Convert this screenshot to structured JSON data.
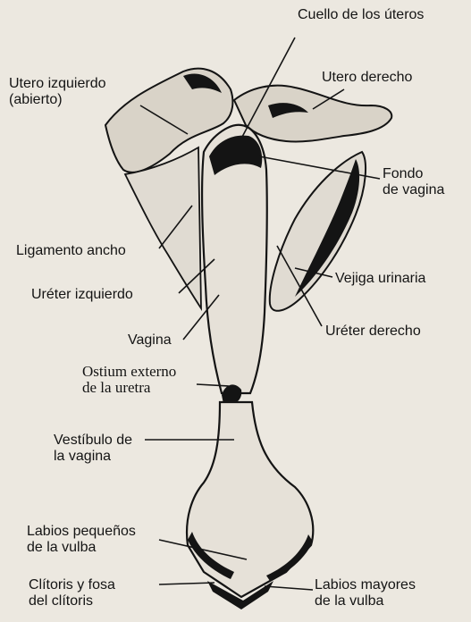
{
  "colors": {
    "background": "#ece8e0",
    "ink": "#141414"
  },
  "labels": {
    "cuello": "Cuello de los úteros",
    "utero_izq_1": "Utero izquierdo",
    "utero_izq_2": "(abierto)",
    "utero_der": "Utero derecho",
    "fondo_1": "Fondo",
    "fondo_2": "de vagina",
    "ligamento": "Ligamento ancho",
    "ureter_izq": "Uréter izquierdo",
    "vejiga": "Vejiga urinaria",
    "vagina": "Vagina",
    "ureter_der": "Uréter derecho",
    "ostium_1": "Ostium externo",
    "ostium_2": "de la uretra",
    "vestibulo_1": "Vestíbulo de",
    "vestibulo_2": "la vagina",
    "labios_peq_1": "Labios pequeños",
    "labios_peq_2": "de la vulba",
    "clitoris_1": "Clítoris y fosa",
    "clitoris_2": "del clítoris",
    "labios_may_1": "Labios mayores",
    "labios_may_2": "de la vulba"
  }
}
